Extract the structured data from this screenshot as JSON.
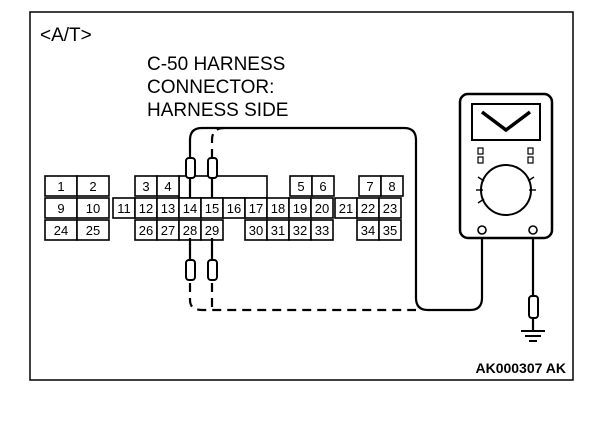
{
  "figure": {
    "tag": "<A/T>",
    "connector_label": [
      "C-50 HARNESS",
      "CONNECTOR:",
      "HARNESS SIDE"
    ],
    "reference": "AK000307 AK"
  },
  "connector": {
    "rows": [
      [
        "1",
        "2",
        "3",
        "4",
        "5",
        "6",
        "7",
        "8"
      ],
      [
        "9",
        "10",
        "11",
        "12",
        "13",
        "14",
        "15",
        "16",
        "17",
        "18",
        "19",
        "20",
        "21",
        "22",
        "23"
      ],
      [
        "24",
        "25",
        "26",
        "27",
        "28",
        "29",
        "30",
        "31",
        "32",
        "33",
        "34",
        "35"
      ]
    ]
  }
}
